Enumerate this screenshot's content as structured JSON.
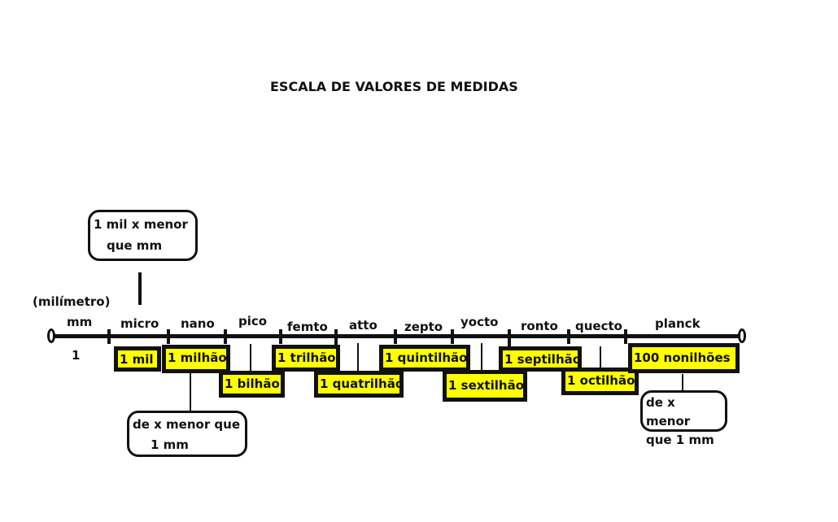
{
  "title": "ESCALA DE VALORES DE MEDIDAS",
  "base": {
    "unit_name": "(milímetro)",
    "unit": "mm",
    "value": "1"
  },
  "prefixes": [
    "micro",
    "nano",
    "pico",
    "femto",
    "atto",
    "zepto",
    "yocto",
    "ronto",
    "quecto",
    "planck"
  ],
  "values": [
    "1 mil",
    "1 milhão",
    "1 bilhão",
    "1 trilhão",
    "1 quatrilhão",
    "1 quintilhão",
    "1 sextilhão",
    "1 septilhão",
    "1 octilhão",
    "100 nonilhões"
  ],
  "notes": {
    "top": [
      "1 mil x menor",
      "que mm"
    ],
    "bottom": [
      "de x menor que",
      "1 mm"
    ],
    "right": [
      "de x menor",
      "que 1 mm"
    ]
  },
  "colors": {
    "highlight": "#ffff00",
    "ink": "#111111"
  }
}
